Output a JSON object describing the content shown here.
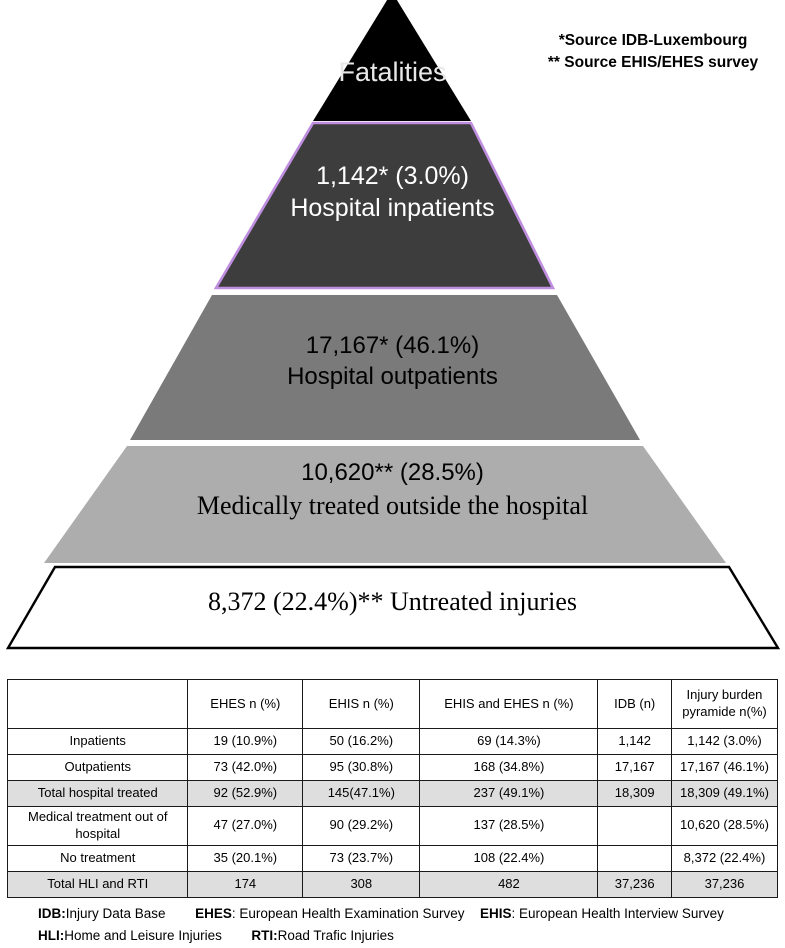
{
  "source_note": {
    "line1": "*Source IDB-Luxembourg",
    "line2": "** Source EHIS/EHES survey"
  },
  "pyramid": {
    "tiers": [
      {
        "id": "fatalities",
        "label": "Fatalities",
        "value": "",
        "fill": "#000000",
        "text_color": "#e8e8e8"
      },
      {
        "id": "inpatients",
        "value": "1,142* (3.0%)",
        "label": "Hospital inpatients",
        "fill": "#3d3d3d",
        "stroke": "#b徒",
        "text_color": "#ffffff"
      },
      {
        "id": "outpatients",
        "value": "17,167* (46.1%)",
        "label": "Hospital outpatients",
        "fill": "#7a7a7a",
        "text_color": "#000000"
      },
      {
        "id": "medical-outside",
        "value": "10,620** (28.5%)",
        "label": "Medically treated outside the hospital",
        "fill": "#adadad",
        "text_color": "#000000"
      },
      {
        "id": "untreated",
        "value": "8,372 (22.4%)** Untreated injuries",
        "label": "",
        "fill": "#ffffff",
        "text_color": "#000000"
      }
    ],
    "accent_outline": "#bf8ee0"
  },
  "table": {
    "headers": [
      "",
      "EHES n (%)",
      "EHIS n (%)",
      "EHIS and EHES n (%)",
      "IDB (n)",
      "Injury burden pyramide n(%)"
    ],
    "header_pyramid_line1": "Injury burden",
    "header_pyramid_line2": "pyramide n(%)",
    "rows": [
      {
        "label": "Inpatients",
        "ehes": "19 (10.9%)",
        "ehis": "50 (16.2%)",
        "both": "69 (14.3%)",
        "idb": "1,142",
        "pyramid": "1,142 (3.0%)",
        "shaded": false
      },
      {
        "label": "Outpatients",
        "ehes": "73 (42.0%)",
        "ehis": "95 (30.8%)",
        "both": "168 (34.8%)",
        "idb": "17,167",
        "pyramid": "17,167 (46.1%)",
        "shaded": false
      },
      {
        "label": "Total hospital treated",
        "ehes": "92 (52.9%)",
        "ehis": "145(47.1%)",
        "both": "237 (49.1%)",
        "idb": "18,309",
        "pyramid": "18,309 (49.1%)",
        "shaded": true
      },
      {
        "label": "Medical treatment out of hospital",
        "ehes": "47 (27.0%)",
        "ehis": "90 (29.2%)",
        "both": "137 (28.5%)",
        "idb": "",
        "pyramid": "10,620 (28.5%)",
        "shaded": false
      },
      {
        "label": "No treatment",
        "ehes": "35 (20.1%)",
        "ehis": "73 (23.7%)",
        "both": "108 (22.4%)",
        "idb": "",
        "pyramid": "8,372 (22.4%)",
        "shaded": false
      },
      {
        "label": "Total HLI and RTI",
        "ehes": "174",
        "ehis": "308",
        "both": "482",
        "idb": "37,236",
        "pyramid": "37,236",
        "shaded": true
      }
    ]
  },
  "legend": {
    "items": [
      {
        "abbr": "IDB:",
        "text": "Injury Data Base"
      },
      {
        "abbr": "EHES",
        "text": ": European Health Examination Survey"
      },
      {
        "abbr": "EHIS",
        "text": ":  European Health Interview Survey"
      },
      {
        "abbr": "HLI:",
        "text": "Home and Leisure Injuries"
      },
      {
        "abbr": "RTI:",
        "text": "Road Trafic Injuries"
      }
    ]
  }
}
